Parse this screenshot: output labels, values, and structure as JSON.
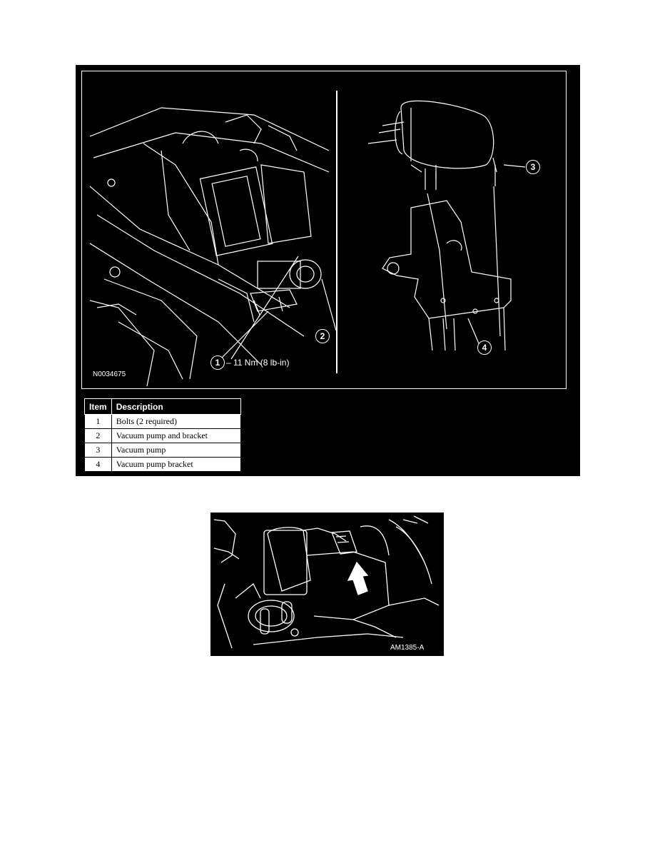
{
  "figure1": {
    "code": "N0034675",
    "torque_callout": {
      "number": "1",
      "label": "11 Nm (8 lb-in)"
    },
    "callouts": [
      "2",
      "3",
      "4"
    ],
    "legend": {
      "headers": [
        "Item",
        "Description"
      ],
      "rows": [
        {
          "item": "1",
          "description": "Bolts (2 required)"
        },
        {
          "item": "2",
          "description": "Vacuum pump and bracket"
        },
        {
          "item": "3",
          "description": "Vacuum pump"
        },
        {
          "item": "4",
          "description": "Vacuum pump bracket"
        }
      ]
    }
  },
  "figure2": {
    "code": "AM1385-A"
  }
}
